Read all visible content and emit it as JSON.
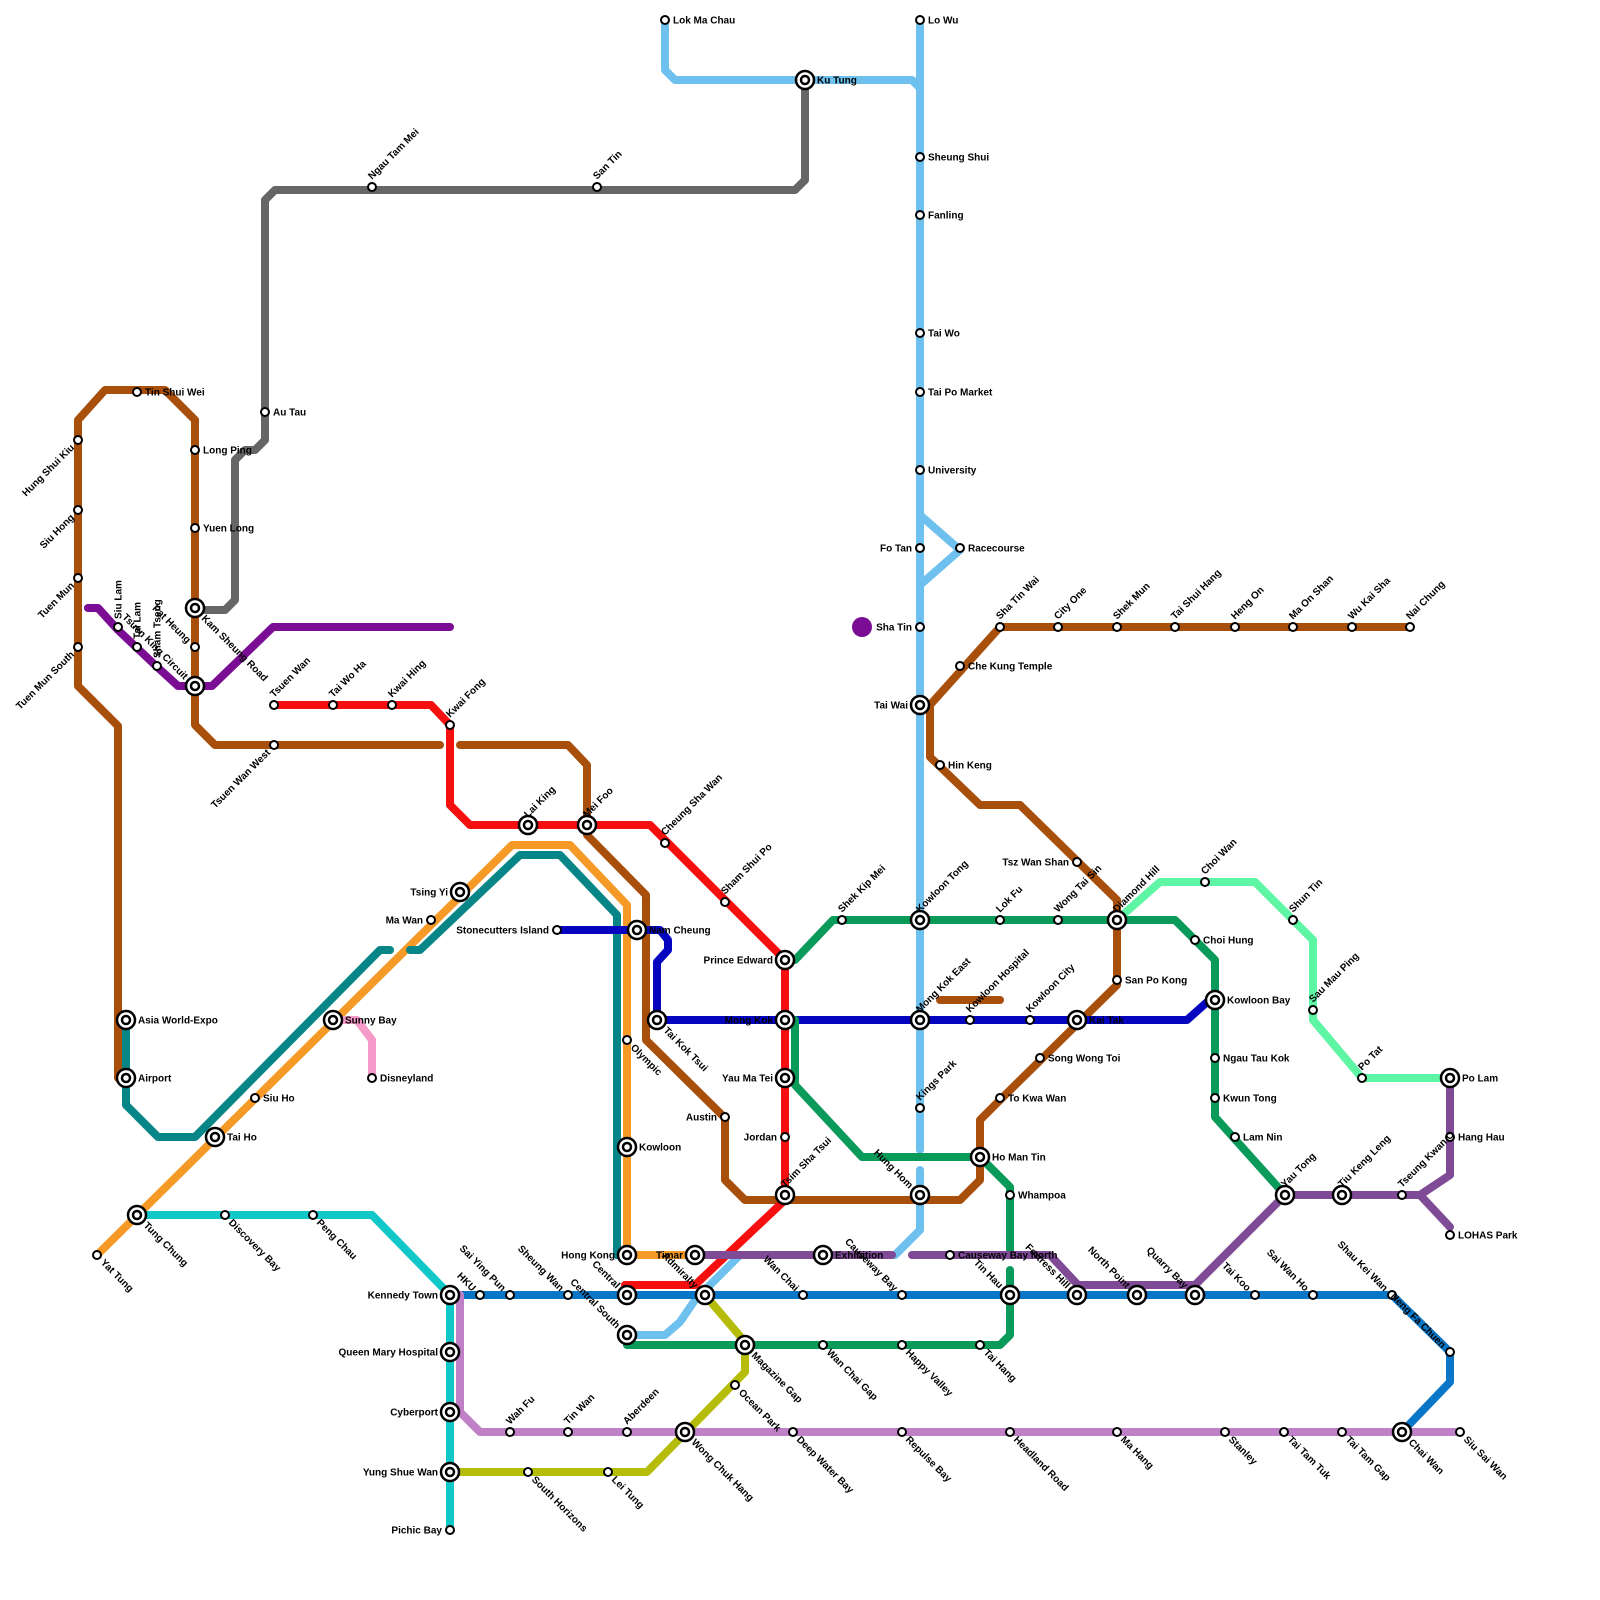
{
  "lines": [
    {
      "name": "line-light-blue",
      "color": "#6ec1ee"
    },
    {
      "name": "line-grey",
      "color": "#666666"
    },
    {
      "name": "line-brown",
      "color": "#a84f0c"
    },
    {
      "name": "line-purple",
      "color": "#7a0d94"
    },
    {
      "name": "line-red",
      "color": "#f50f0f"
    },
    {
      "name": "line-orange",
      "color": "#f59a27"
    },
    {
      "name": "line-teal",
      "color": "#078587"
    },
    {
      "name": "line-pink",
      "color": "#f59ac9"
    },
    {
      "name": "line-cyan",
      "color": "#12c7c7"
    },
    {
      "name": "line-navy",
      "color": "#0505c0"
    },
    {
      "name": "line-green",
      "color": "#0a9a5a"
    },
    {
      "name": "line-mint",
      "color": "#5ef5a5"
    },
    {
      "name": "line-violet",
      "color": "#7f4a96"
    },
    {
      "name": "line-blue",
      "color": "#0a76c7"
    },
    {
      "name": "line-orchid",
      "color": "#c080c8"
    },
    {
      "name": "line-olive",
      "color": "#b5bd0a"
    }
  ],
  "stations": [
    "Lok Ma Chau",
    "Ku Tung",
    "Lo Wu",
    "Sheung Shui",
    "Fanling",
    "Tai Wo",
    "Tai Po Market",
    "University",
    "Fo Tan",
    "Racecourse",
    "Sha Tin",
    "Tai Wai",
    "Hin Keng",
    "Che Kung Temple",
    "Sha Tin Wai",
    "City One",
    "Shek Mun",
    "Tai Shui Hang",
    "Heng On",
    "Ma On Shan",
    "Wu Kai Sha",
    "Nai Chung",
    "Ngau Tam Mei",
    "San Tin",
    "Au Tau",
    "Tin Shui Wei",
    "Long Ping",
    "Yuen Long",
    "Kam Sheung Road",
    "Pat Heung",
    "Tsuen King Circuit",
    "Hung Shui Kiu",
    "Siu Hong",
    "Tuen Mun",
    "Tuen Mun South",
    "Siu Lam",
    "Tai Lam",
    "Sham Tseng",
    "Tsuen Wan",
    "Tai Wo Ha",
    "Kwai Hing",
    "Kwai Fong",
    "Tsuen Wan West",
    "Lai King",
    "Mei Foo",
    "Cheung Sha Wan",
    "Sham Shui Po",
    "Prince Edward",
    "Mong Kok",
    "Yau Ma Tei",
    "Jordan",
    "Tsim Sha Tsui",
    "Shek Kip Mei",
    "Kowloon Tong",
    "Lok Fu",
    "Wong Tai Sin",
    "Diamond Hill",
    "Tsz Wan Shan",
    "San Po Kong",
    "Choi Hung",
    "Kowloon Bay",
    "Ngau Tau Kok",
    "Kwun Tong",
    "Lam Nin",
    "Yau Tong",
    "Tiu Keng Leng",
    "Mong Kok East",
    "Kowloon Hospital",
    "Kowloon City",
    "Kai Tak",
    "Song Wong Toi",
    "To Kwa Wan",
    "Ho Man Tin",
    "Whampoa",
    "Kings Park",
    "Hung Hom",
    "Austin",
    "Nam Cheung",
    "Olympic",
    "Kowloon",
    "Hong Kong",
    "Tai Kok Tsui",
    "Stonecutters Island",
    "Tsing Yi",
    "Ma Wan",
    "Sunny Bay",
    "Disneyland",
    "Siu Ho",
    "Tai Ho",
    "Tung Chung",
    "Yat Tung",
    "Asia World-Expo",
    "Airport",
    "Discovery Bay",
    "Peng Chau",
    "Kennedy Town",
    "HKU",
    "Sai Ying Pun",
    "Sheung Wan",
    "Central",
    "Admiralty",
    "Wan Chai",
    "Causeway Bay",
    "Tin Hau",
    "Fortress Hill",
    "North Point",
    "Quarry Bay",
    "Tai Koo",
    "Sai Wan Ho",
    "Shau Kei Wan",
    "Heng Fa Chuen",
    "Chai Wan",
    "Timar",
    "Exhibition",
    "Causeway Bay North",
    "Central South",
    "Wan Chai Gap",
    "Happy Valley",
    "Tai Hang",
    "Magazine Gap",
    "Ocean Park",
    "Wong Chuk Hang",
    "Lei Tung",
    "South Horizons",
    "Queen Mary Hospital",
    "Cyberport",
    "Yung Shue Wan",
    "Pichic Bay",
    "Wah Fu",
    "Tin Wan",
    "Aberdeen",
    "Deep Water Bay",
    "Repulse Bay",
    "Headland Road",
    "Ma Hang",
    "Stanley",
    "Tai Tam Tuk",
    "Tai Tam Gap",
    "Siu Sai Wan",
    "Choi Wan",
    "Shun Tin",
    "Sau Mau Ping",
    "Po Tat",
    "Po Lam",
    "Hang Hau",
    "Tseung Kwan O",
    "LOHAS Park"
  ]
}
